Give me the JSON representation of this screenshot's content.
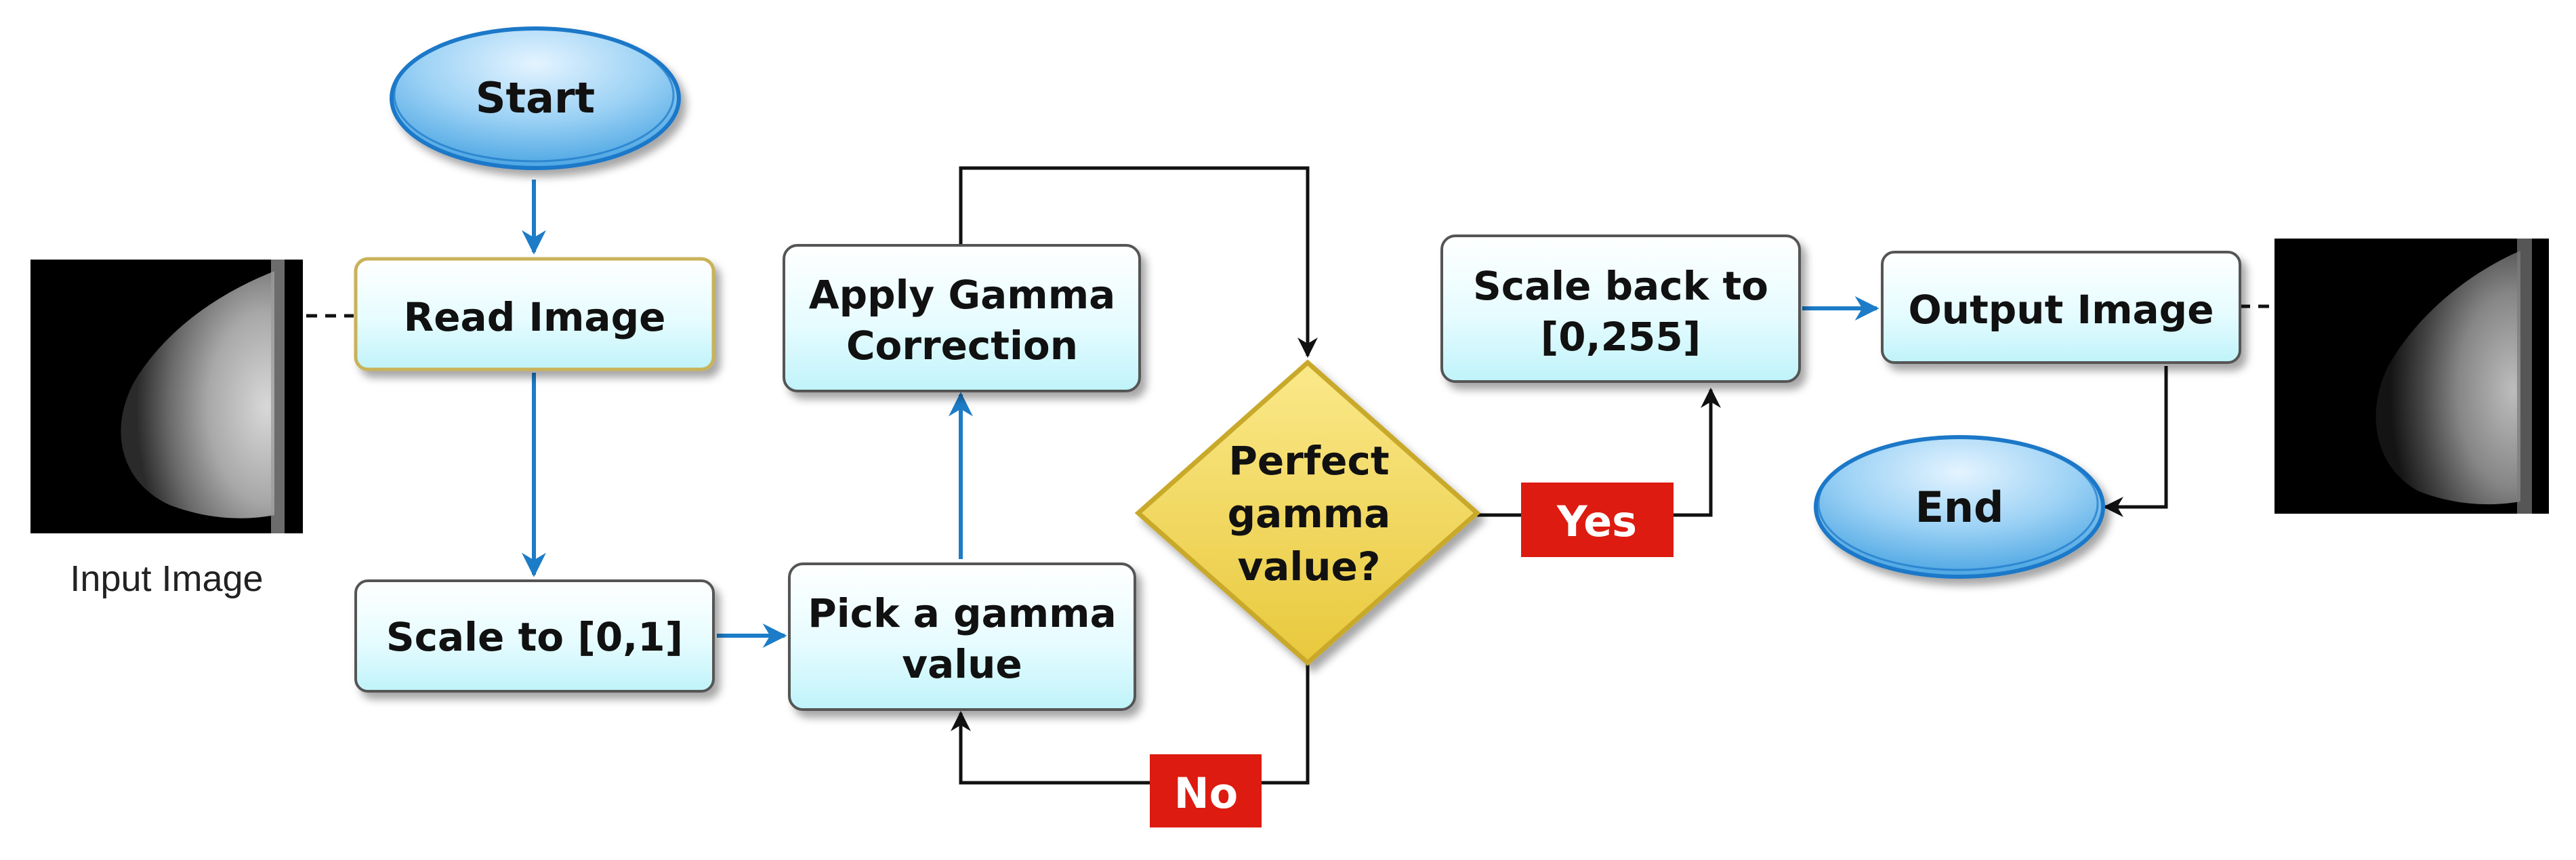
{
  "nodes": {
    "start": "Start",
    "read_image": "Read Image",
    "scale_01": "Scale to [0,1]",
    "pick_gamma_line1": "Pick a gamma",
    "pick_gamma_line2": "value",
    "apply_gamma_line1": "Apply Gamma",
    "apply_gamma_line2": "Correction",
    "decision_line1": "Perfect",
    "decision_line2": "gamma",
    "decision_line3": "value?",
    "scale_back_line1": "Scale back to",
    "scale_back_line2": "[0,255]",
    "output_image": "Output Image",
    "end": "End"
  },
  "labels": {
    "yes": "Yes",
    "no": "No"
  },
  "captions": {
    "input_image": "Input Image"
  },
  "colors": {
    "process_fill_top": "#ffffff",
    "process_fill_bottom": "#c8f6fb",
    "terminal_fill_top": "#d9efff",
    "terminal_fill_bottom": "#4aa8e6",
    "terminal_stroke": "#1b78c8",
    "decision_fill": "#f2d85c",
    "decision_stroke": "#c9a92a",
    "label_fill": "#dd1b10",
    "blue_arrow": "#1c7cc7",
    "black_arrow": "#111111",
    "read_image_stroke": "#c9b25a"
  }
}
